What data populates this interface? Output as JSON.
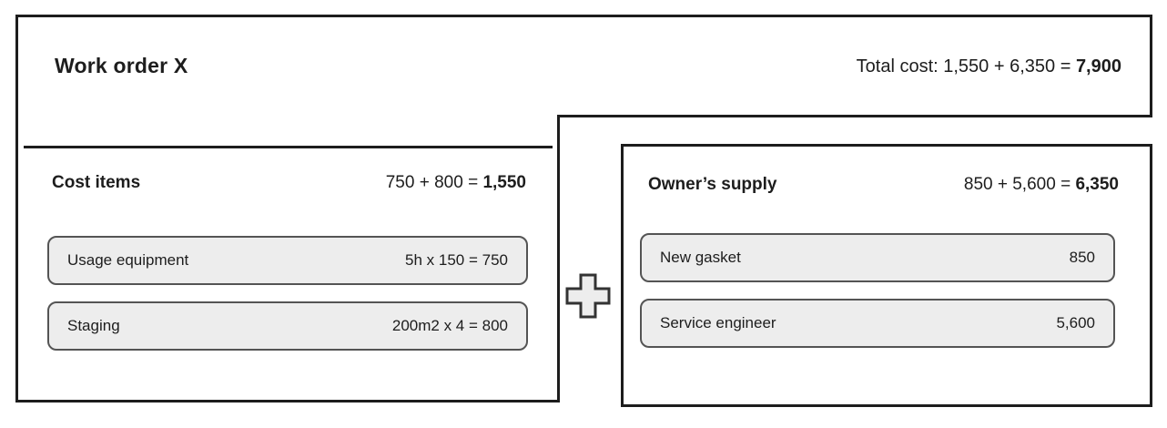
{
  "work_order": {
    "title": "Work order X",
    "total_expression": "Total cost: 1,550 + 6,350 = ",
    "total_value": "7,900"
  },
  "cost_items_panel": {
    "header": "Cost items",
    "sum_expression": "750 + 800 = ",
    "sum_total": "1,550",
    "items": [
      {
        "label": "Usage equipment",
        "value": "5h x 150 = 750"
      },
      {
        "label": "Staging",
        "value": "200m2 x 4 = 800"
      }
    ]
  },
  "owners_supply_panel": {
    "header": "Owner’s supply",
    "sum_expression": "850 + 5,600 = ",
    "sum_total": "6,350",
    "items": [
      {
        "label": "New gasket",
        "value": "850"
      },
      {
        "label": "Service engineer",
        "value": "5,600"
      }
    ]
  },
  "operator": {
    "plus_icon": "plus"
  },
  "colors": {
    "box_border": "#1d1d1d",
    "item_border": "#545454",
    "item_fill": "#ededed",
    "text": "#1d1d1d"
  }
}
